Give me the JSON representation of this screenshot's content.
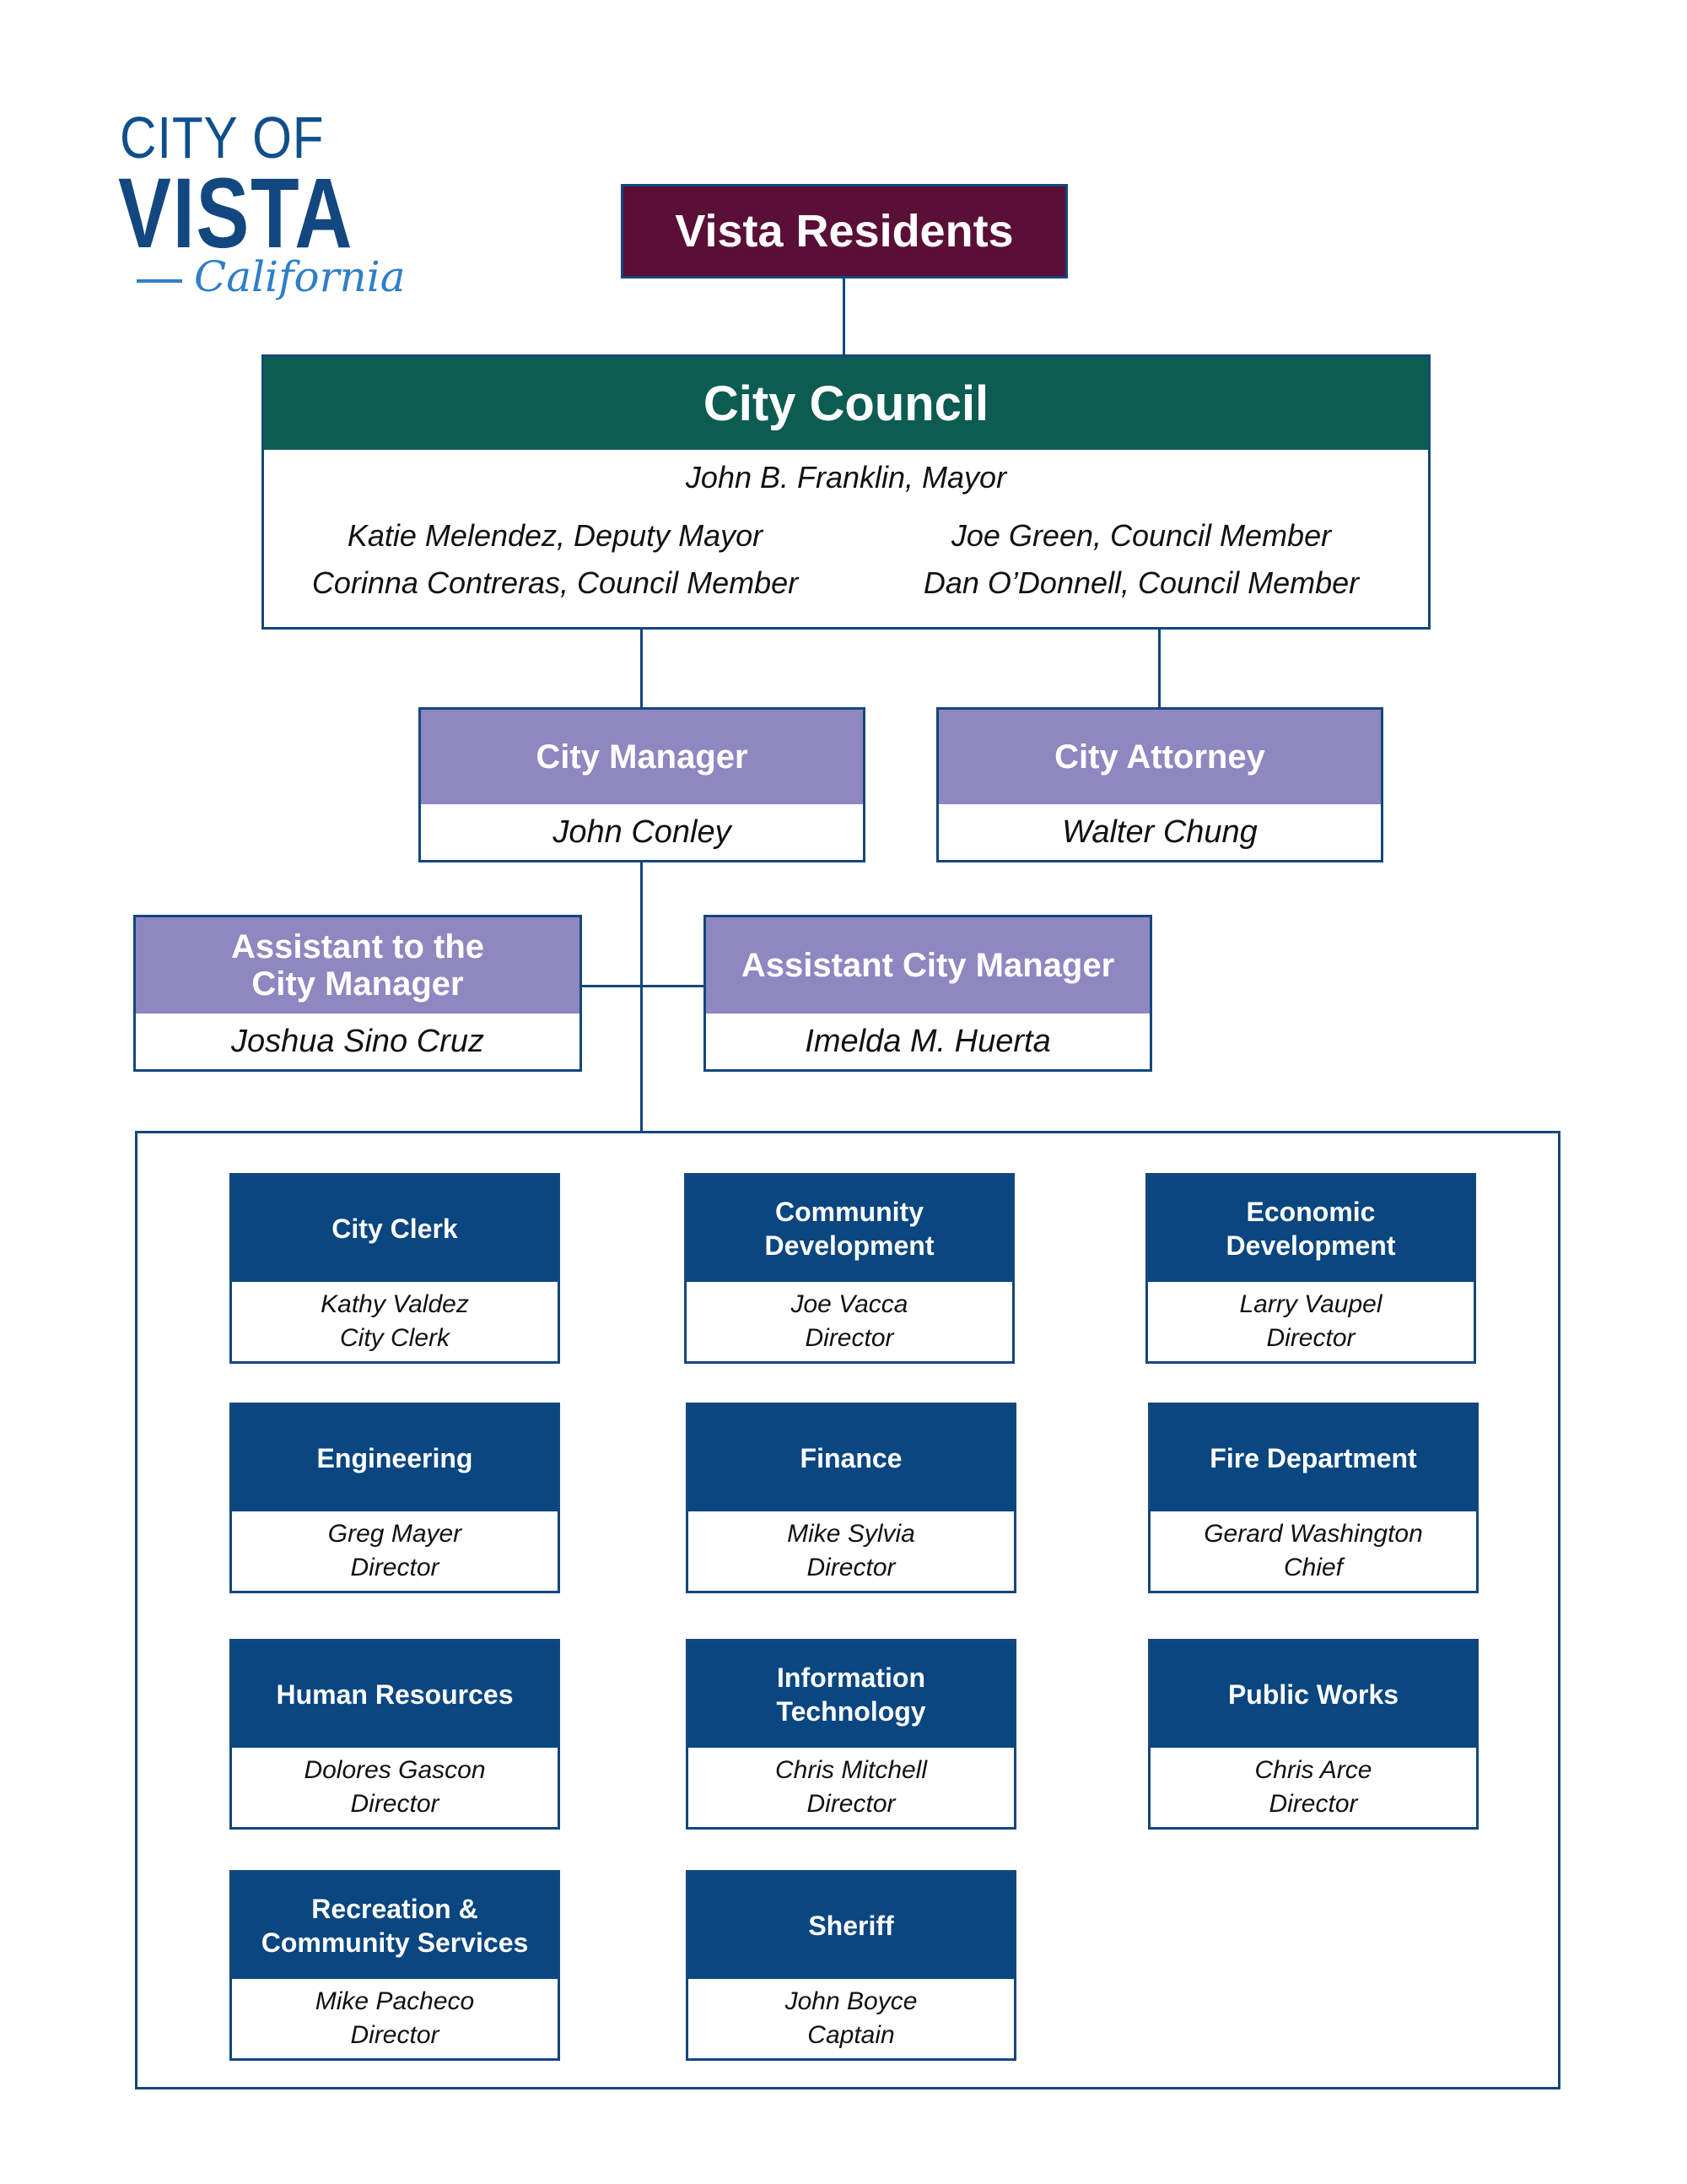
{
  "logo": {
    "line1": "CITY OF",
    "line2": "VISTA",
    "line3": "California"
  },
  "residents": {
    "label": "Vista Residents"
  },
  "council": {
    "title": "City Council",
    "mayor": "John B. Franklin, Mayor",
    "members_left": [
      "Katie Melendez, Deputy Mayor",
      "Corinna Contreras, Council Member"
    ],
    "members_right": [
      "Joe Green, Council Member",
      "Dan O’Donnell, Council Member"
    ]
  },
  "city_manager": {
    "title": "City Manager",
    "name": "John Conley"
  },
  "city_attorney": {
    "title": "City Attorney",
    "name": "Walter Chung"
  },
  "assistant_to_cm": {
    "title_line1": "Assistant to the",
    "title_line2": "City Manager",
    "name": "Joshua Sino Cruz"
  },
  "assistant_cm": {
    "title": "Assistant City Manager",
    "name": "Imelda M. Huerta"
  },
  "departments": [
    {
      "title1": "City Clerk",
      "title2": "",
      "name": "Kathy Valdez",
      "role": "City Clerk"
    },
    {
      "title1": "Community",
      "title2": "Development",
      "name": "Joe Vacca",
      "role": "Director"
    },
    {
      "title1": "Economic",
      "title2": "Development",
      "name": "Larry Vaupel",
      "role": "Director"
    },
    {
      "title1": "Engineering",
      "title2": "",
      "name": "Greg Mayer",
      "role": "Director"
    },
    {
      "title1": "Finance",
      "title2": "",
      "name": "Mike Sylvia",
      "role": "Director"
    },
    {
      "title1": "Fire Department",
      "title2": "",
      "name": "Gerard Washington",
      "role": "Chief"
    },
    {
      "title1": "Human Resources",
      "title2": "",
      "name": "Dolores Gascon",
      "role": "Director"
    },
    {
      "title1": "Information",
      "title2": "Technology",
      "name": "Chris Mitchell",
      "role": "Director"
    },
    {
      "title1": "Public Works",
      "title2": "",
      "name": "Chris Arce",
      "role": "Director"
    },
    {
      "title1": "Recreation &",
      "title2": "Community Services",
      "name": "Mike Pacheco",
      "role": "Director"
    },
    {
      "title1": "Sheriff",
      "title2": "",
      "name": "John Boyce",
      "role": "Captain"
    }
  ],
  "colors": {
    "residents": "#5a0f36",
    "council": "#0c5c52",
    "manager_tier": "#8f87c0",
    "departments": "#0a4680",
    "lines": "#14477c"
  }
}
